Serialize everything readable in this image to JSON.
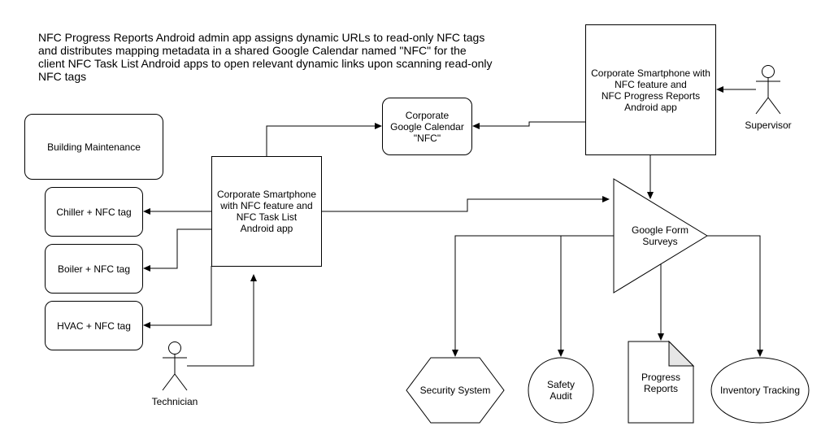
{
  "description": "NFC Progress Reports Android admin app assigns dynamic URLs to read-only NFC tags and distributes mapping metadata in a shared Google Calendar named \"NFC\" for the client NFC Task List Android apps to open relevant dynamic links upon scanning read-only NFC tags",
  "nodes": {
    "building_maintenance": "Building Maintenance",
    "chiller": "Chiller + NFC tag",
    "boiler": "Boiler + NFC tag",
    "hvac": "HVAC + NFC tag",
    "task_list_phone": "Corporate Smartphone\nwith NFC feature and\nNFC Task List\nAndroid app",
    "calendar": "Corporate\nGoogle Calendar\n\"NFC\"",
    "progress_phone": "Corporate Smartphone with\nNFC feature and\nNFC Progress Reports\nAndroid app",
    "google_forms": "Google Form\nSurveys",
    "security_system": "Security System",
    "safety_audit": "Safety\nAudit",
    "progress_reports": "Progress\nReports",
    "inventory_tracking": "Inventory Tracking"
  },
  "actors": {
    "supervisor": "Supervisor",
    "technician": "Technician"
  },
  "colors": {
    "stroke": "#000000",
    "fill": "#ffffff",
    "doc_fold": "#e6e6e6"
  }
}
